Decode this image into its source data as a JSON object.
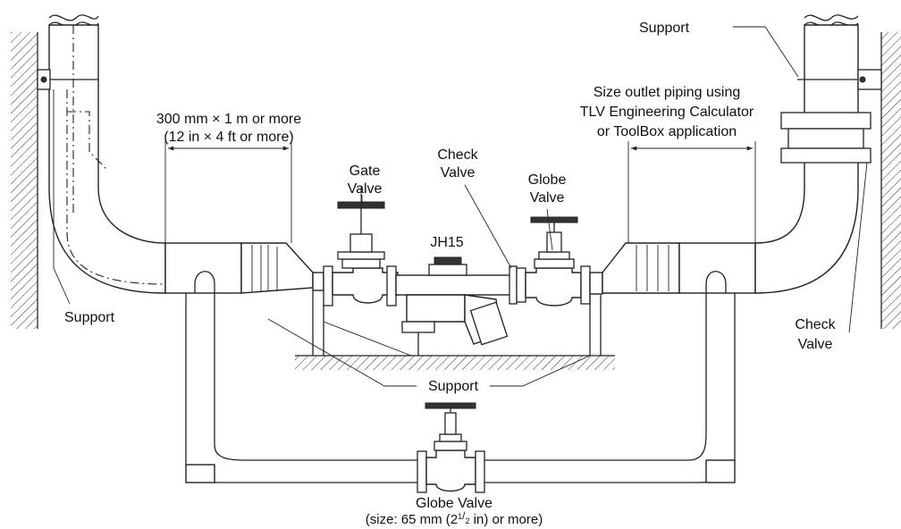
{
  "labels": {
    "support_top_right": "Support",
    "size_outlet_1": "Size outlet piping using",
    "size_outlet_2": "TLV Engineering Calculator",
    "size_outlet_3": "or ToolBox application",
    "dim_inlet_1": "300 mm × 1 m or more",
    "dim_inlet_2": "(12 in × 4 ft or more)",
    "gate_valve_1": "Gate",
    "gate_valve_2": "Valve",
    "check_valve_mid_1": "Check",
    "check_valve_mid_2": "Valve",
    "globe_valve_mid_1": "Globe",
    "globe_valve_mid_2": "Valve",
    "trap_model": "JH15",
    "support_left": "Support",
    "support_bottom": "Support",
    "check_valve_right_1": "Check",
    "check_valve_right_2": "Valve",
    "globe_bypass_1": "Globe Valve",
    "globe_bypass_2a": "(size: 65 mm (2",
    "globe_bypass_frac_num": "1",
    "globe_bypass_frac_den": "2",
    "globe_bypass_2b": " in) or more)"
  }
}
